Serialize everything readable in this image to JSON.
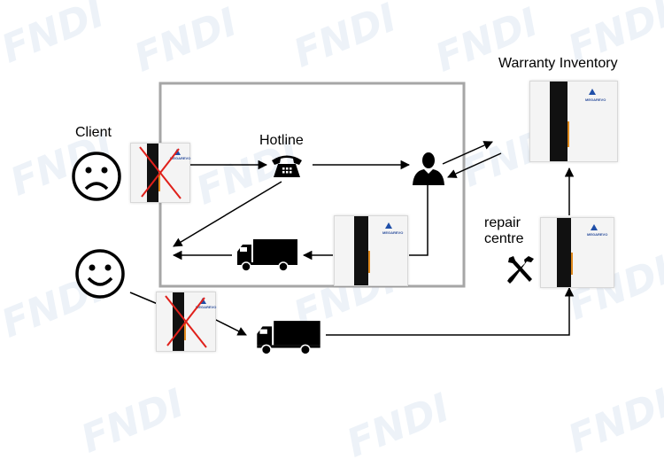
{
  "labels": {
    "client": "Client",
    "hotline": "Hotline",
    "warranty_inventory": "Warranty Inventory",
    "repair_centre_line1": "repair",
    "repair_centre_line2": "centre"
  },
  "device_logo_text": "MEGAREVO",
  "watermark_text": "FNDI",
  "icons": [
    "sad-face-icon",
    "happy-face-icon",
    "telephone-icon",
    "person-icon",
    "truck-icon",
    "tools-icon"
  ],
  "colors": {
    "box_border": "#a6a6a6",
    "cross": "#e0201a",
    "accent": "#e08a1e",
    "watermark": "#dfe9f3"
  }
}
